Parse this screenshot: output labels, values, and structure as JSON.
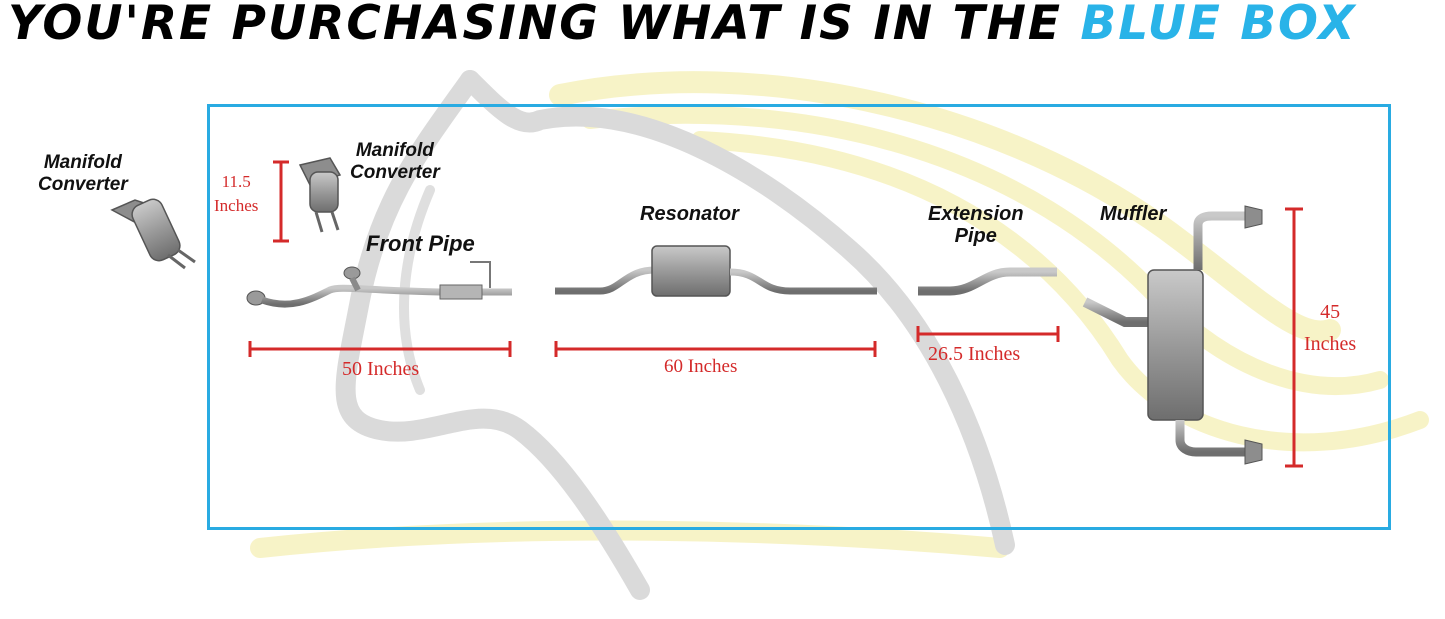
{
  "headline": {
    "prefix": "YOU'RE PURCHASING WHAT IS IN THE",
    "highlight": "BLUE BOX",
    "highlight_color": "#29b3e8"
  },
  "box_color": "#29abe2",
  "dimension_color": "#d42a2a",
  "parts": {
    "outside_converter": {
      "label": "Manifold\nConverter"
    },
    "inside_converter": {
      "label": "Manifold\nConverter",
      "dimension": "11.5\nInches"
    },
    "front_pipe": {
      "label": "Front Pipe",
      "dimension": "50 Inches"
    },
    "resonator": {
      "label": "Resonator",
      "dimension": "60 Inches"
    },
    "extension_pipe": {
      "label": "Extension\nPipe",
      "dimension": "26.5 Inches"
    },
    "muffler": {
      "label": "Muffler",
      "dimension": "45\nInches"
    }
  }
}
